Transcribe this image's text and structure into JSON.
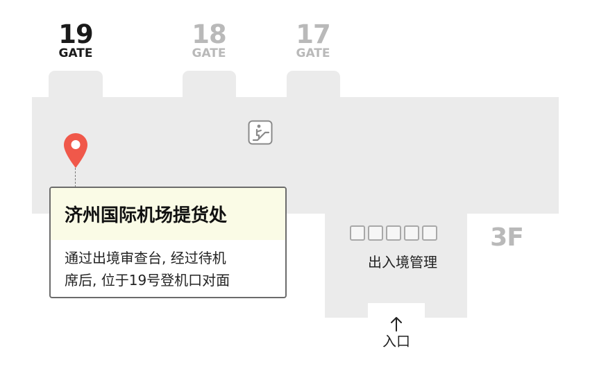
{
  "gates": [
    {
      "number": "19",
      "label": "GATE",
      "state": "active"
    },
    {
      "number": "18",
      "label": "GATE",
      "state": "inactive"
    },
    {
      "number": "17",
      "label": "GATE",
      "state": "inactive"
    }
  ],
  "callout": {
    "title": "济州国际机场提货处",
    "description_line1": "通过出境审查台, 经过待机",
    "description_line2": "席后, 位于19号登机口对面"
  },
  "immigration": {
    "label": "出入境管理",
    "booth_count": 5
  },
  "floor": {
    "label": "3F"
  },
  "entrance": {
    "label": "入口"
  },
  "icons": {
    "marker": "location-pin-icon",
    "escalator": "escalator-icon",
    "entrance_arrow": "arrow-up-icon"
  },
  "colors": {
    "floor_fill": "#ebebeb",
    "pin": "#f0584a",
    "callout_header": "#fafbe6",
    "callout_border": "#6b6b6b",
    "active_gate_text": "#1a1a1a",
    "inactive_gate_text": "#b9b9b9"
  }
}
